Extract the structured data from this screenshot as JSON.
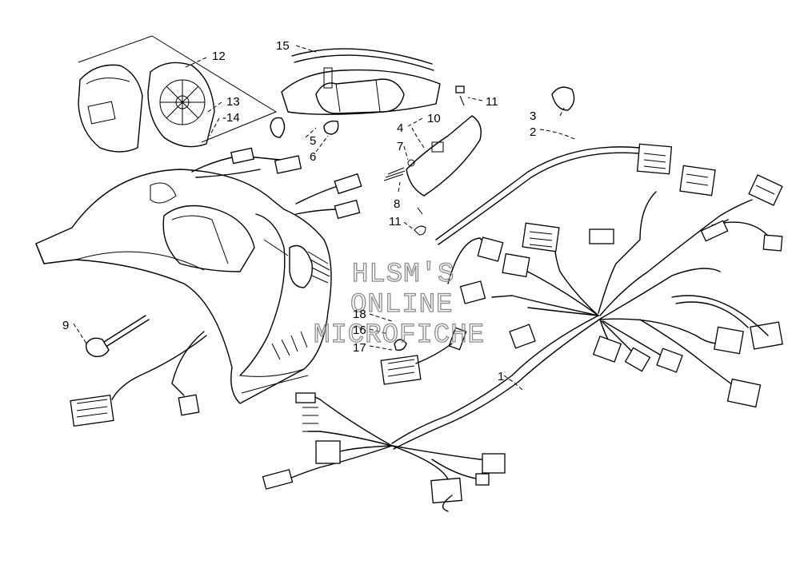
{
  "diagram": {
    "callouts": [
      {
        "id": "c1",
        "text": "1"
      },
      {
        "id": "c2",
        "text": "2"
      },
      {
        "id": "c3",
        "text": "3"
      },
      {
        "id": "c4",
        "text": "4"
      },
      {
        "id": "c5",
        "text": "5"
      },
      {
        "id": "c6",
        "text": "6"
      },
      {
        "id": "c7",
        "text": "7"
      },
      {
        "id": "c8",
        "text": "8"
      },
      {
        "id": "c9",
        "text": "9"
      },
      {
        "id": "c10",
        "text": "10"
      },
      {
        "id": "c11a",
        "text": "11"
      },
      {
        "id": "c11b",
        "text": "11"
      },
      {
        "id": "c12",
        "text": "12"
      },
      {
        "id": "c13",
        "text": "13"
      },
      {
        "id": "c14",
        "text": "-14"
      },
      {
        "id": "c15",
        "text": "15"
      },
      {
        "id": "c16",
        "text": "16"
      },
      {
        "id": "c17",
        "text": "17"
      },
      {
        "id": "c18",
        "text": "18"
      }
    ],
    "watermark": [
      "HLSM'S",
      "ONLINE",
      "MICROFICHE"
    ]
  }
}
